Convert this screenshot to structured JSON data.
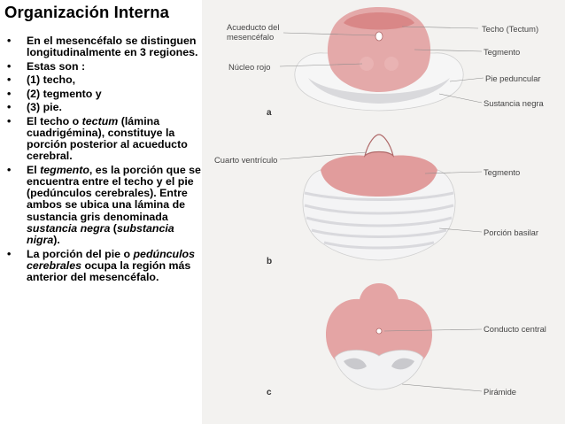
{
  "slide": {
    "title": "Organización Interna",
    "bullet_char": "•",
    "bullets": [
      {
        "id": "b1",
        "runs": [
          {
            "t": "En el mesencéfalo se distinguen longitudinalmente en 3 regiones."
          }
        ]
      },
      {
        "id": "b2",
        "runs": [
          {
            "t": "Estas son :"
          }
        ]
      },
      {
        "id": "b3",
        "runs": [
          {
            "t": "(1) techo,"
          }
        ]
      },
      {
        "id": "b4",
        "runs": [
          {
            "t": "(2) tegmento y"
          }
        ]
      },
      {
        "id": "b5",
        "runs": [
          {
            "t": "(3) pie."
          }
        ]
      },
      {
        "id": "b6",
        "runs": [
          {
            "t": "El techo o "
          },
          {
            "t": "tectum",
            "i": true
          },
          {
            "t": "  (lámina cuadrigémina), constituye la porción posterior al acueducto cerebral."
          }
        ]
      },
      {
        "id": "b7",
        "runs": [
          {
            "t": "  El  "
          },
          {
            "t": "tegmento",
            "i": true
          },
          {
            "t": ", es la porción que se encuentra entre el techo y  el pie (pedúnculos cerebrales). Entre ambos se ubica una lámina de sustancia gris denominada "
          },
          {
            "t": "sustancia negra",
            "i": true
          },
          {
            "t": " ("
          },
          {
            "t": "substancia nigra",
            "i": true
          },
          {
            "t": ")."
          }
        ]
      },
      {
        "id": "b8",
        "runs": [
          {
            "t": "La porción del pie o "
          },
          {
            "t": "pedúnculos cerebrales",
            "i": true
          },
          {
            "t": " ocupa la región más anterior del mesencéfalo."
          }
        ]
      }
    ]
  },
  "figure": {
    "colors": {
      "pink": "#dc8f8f",
      "pink_light": "#eebaba",
      "white_tissue": "#f8f8f8",
      "gray_tissue": "#c6c6ca",
      "background": "#f3f2f0",
      "line": "#8a8a8a"
    },
    "labels": {
      "acueducto": "Acueducto del",
      "mesencefalo": "mesencéfalo",
      "nucleo_rojo": "Núcleo rojo",
      "techo": "Techo (Tectum)",
      "tegmento_a": "Tegmento",
      "pie": "Pie peduncular",
      "sustancia": "Sustancia negra",
      "letter_a": "a",
      "cuarto": "Cuarto ventrículo",
      "tegmento_b": "Tegmento",
      "basilar": "Porción basilar",
      "letter_b": "b",
      "conducto": "Conducto central",
      "piramide": "Pirámide",
      "letter_c": "c"
    }
  }
}
